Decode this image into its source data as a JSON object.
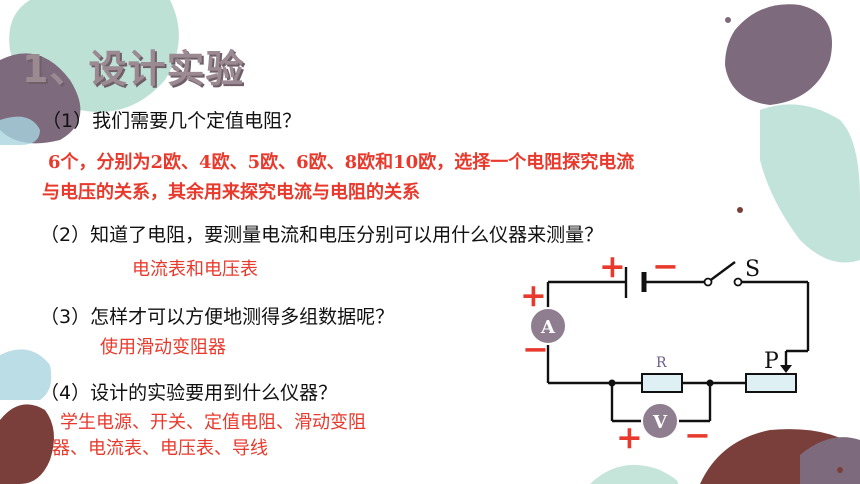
{
  "title": "1、设计实验",
  "questions": [
    {
      "q": "（1）我们需要几个定值电阻？",
      "a_lines": [
        "6个，分别为2欧、4欧、5欧、6欧、8欧和10欧，选择一个电阻探究电流",
        "与电压的关系，其余用来探究电流与电阻的关系"
      ]
    },
    {
      "q": "（2）知道了电阻，要测量电流和电压分别可以用什么仪器来测量？",
      "a_lines": [
        "电流表和电压表"
      ]
    },
    {
      "q": "（3）怎样才可以方便地测得多组数据呢？",
      "a_lines": [
        "使用滑动变阻器"
      ]
    },
    {
      "q": "（4）设计的实验要用到什么仪器？",
      "a_lines": [
        "学生电源、开关、定值电阻、滑动变阻",
        "器、电流表、电压表、导线"
      ]
    }
  ],
  "circuit": {
    "switch_label": "S",
    "ammeter_label": "A",
    "voltmeter_label": "V",
    "resistor_label": "R",
    "slider_label": "P",
    "plus": "+",
    "minus": "−"
  },
  "colors": {
    "accent_red": "#e8392c",
    "deco_purple": "#7e6a7d",
    "deco_green": "#b7ded2",
    "deco_brown": "#7a3f3a"
  }
}
